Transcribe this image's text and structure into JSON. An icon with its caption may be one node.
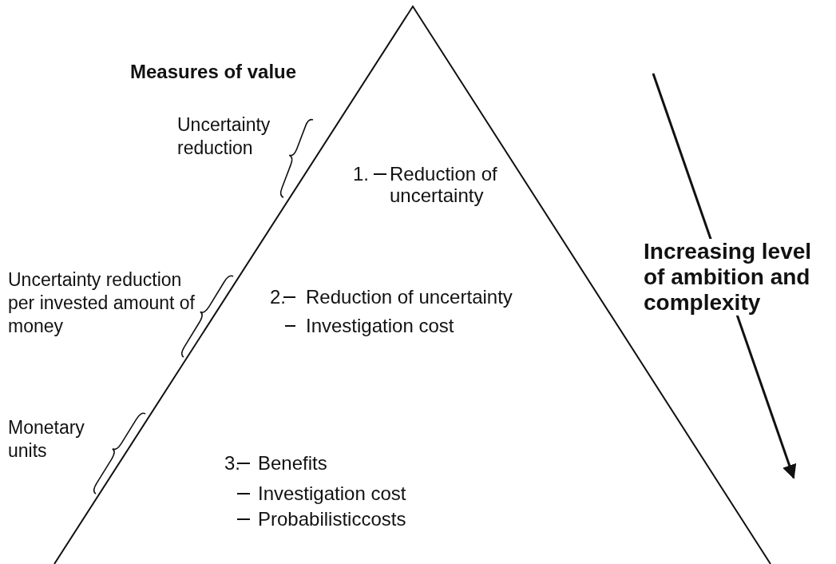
{
  "diagram": {
    "title": "Measures of value",
    "nodes": [
      {
        "text": [
          "1.",
          "Reduction of uncertainty",
          "2.",
          "Reduction of uncertainty",
          "Investigation cost",
          "3.",
          "Benefits",
          "Investigation cost",
          "Probabilisticcosts"
        ]
      }
    ],
    "labels": [
      "Uncertainty reduction",
      "Uncertainty reduction per invested amount of money",
      "Monetary units",
      "Increasing level of ambition and complexity"
    ]
  }
}
